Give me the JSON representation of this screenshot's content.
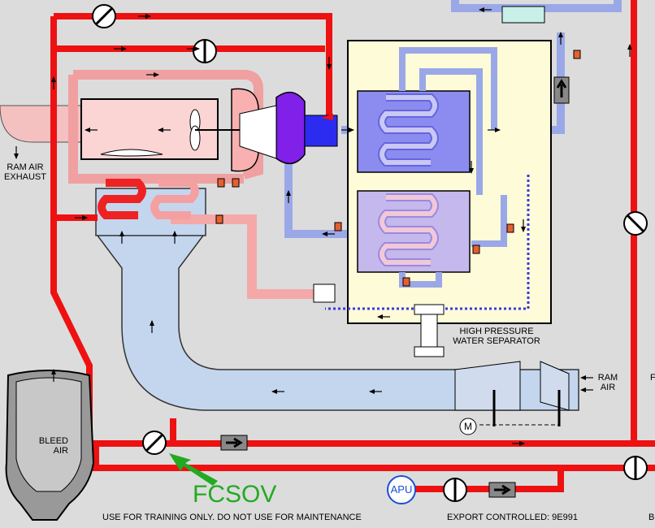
{
  "labels": {
    "ram_air_exhaust": [
      "RAM AIR",
      "EXHAUST"
    ],
    "bleed_air": [
      "BLEED",
      "AIR"
    ],
    "ram_air_in": [
      "RAM",
      "AIR"
    ],
    "hp_water_separator": [
      "HIGH PRESSURE",
      "WATER SEPARATOR"
    ],
    "fcsov": "FCSOV",
    "apu": "APU",
    "motor": "M",
    "partial_right": "F",
    "partial_bottom_right": "B"
  },
  "footer": {
    "training_notice": "USE FOR TRAINING ONLY. DO NOT USE FOR MAINTENANCE",
    "export_notice": "EXPORT CONTROLLED: 9E991"
  },
  "colors": {
    "hot_bleed": "#ee1111",
    "warm_air": "#f4a0a0",
    "cool_air": "#9aa8e8",
    "cold_air": "#3a3ae0",
    "ram_air": "#c4d6ee",
    "background": "#dcdcdc",
    "separator_box": "#fdfbd8",
    "callout": "#22aa22"
  },
  "icons": [
    "valve-icon",
    "check-valve-icon",
    "arrow-icon",
    "turbine-icon",
    "compressor-icon",
    "fan-icon",
    "motor-icon",
    "sensor-icon",
    "engine-nacelle-icon"
  ]
}
